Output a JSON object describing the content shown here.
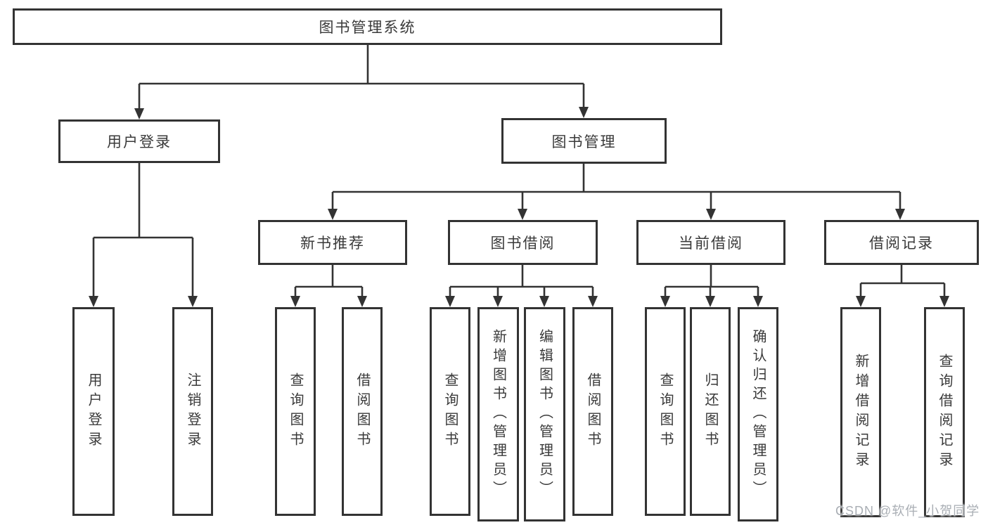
{
  "diagram": {
    "root": "图书管理系统",
    "level2": [
      "用户登录",
      "图书管理"
    ],
    "level3": [
      "新书推荐",
      "图书借阅",
      "当前借阅",
      "借阅记录"
    ],
    "leaves": {
      "login": [
        "用户登录",
        "注销登录"
      ],
      "newbook": [
        "查询图书",
        "借阅图书"
      ],
      "borrow": [
        "查询图书",
        "新增图书（管理员）",
        "编辑图书（管理员）",
        "借阅图书"
      ],
      "current": [
        "查询图书",
        "归还图书",
        "确认归还（管理员）"
      ],
      "records": [
        "新增借阅记录",
        "查询借阅记录"
      ]
    },
    "watermark": "CSDN @软件_小贺同学",
    "colors": {
      "line": "#333333",
      "text": "#3a3a3a",
      "watermark": "#a9aeb4",
      "background": "#ffffff"
    }
  }
}
